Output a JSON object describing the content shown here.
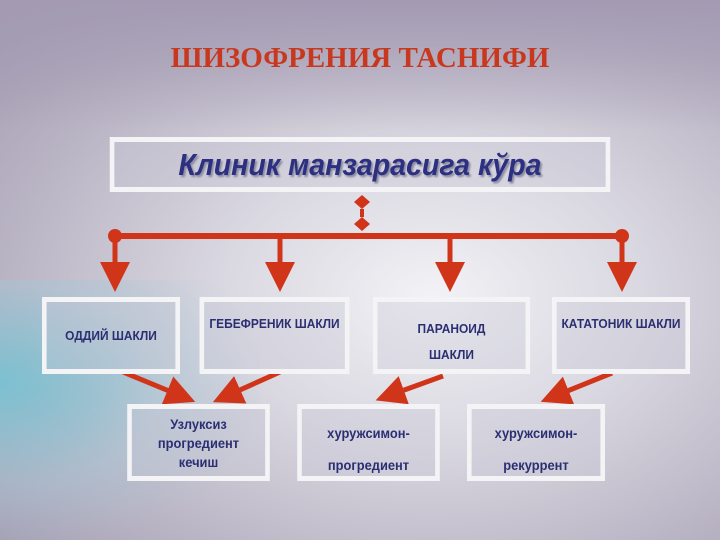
{
  "title": "ШИЗОФРЕНИЯ ТАСНИФИ",
  "main_box": "Клиник манзарасига кўра",
  "forms": [
    {
      "lines": [
        "ОДДИЙ ШАКЛИ"
      ]
    },
    {
      "lines": [
        "ГЕБЕФРЕНИК ШАКЛИ"
      ]
    },
    {
      "lines": [
        "ПАРАНОИД",
        "ШАКЛИ"
      ]
    },
    {
      "lines": [
        "КАТАТОНИК ШАКЛИ"
      ]
    }
  ],
  "courses": [
    {
      "lines": [
        "Узлуксиз",
        "прогредиент",
        "кечиш"
      ]
    },
    {
      "lines": [
        "хуружсимон-",
        "прогредиент"
      ]
    },
    {
      "lines": [
        "хуружсимон-",
        "рекуррент"
      ]
    }
  ],
  "colors": {
    "title": "#c8381f",
    "arrow": "#d0351a",
    "text": "#2b2f72"
  }
}
